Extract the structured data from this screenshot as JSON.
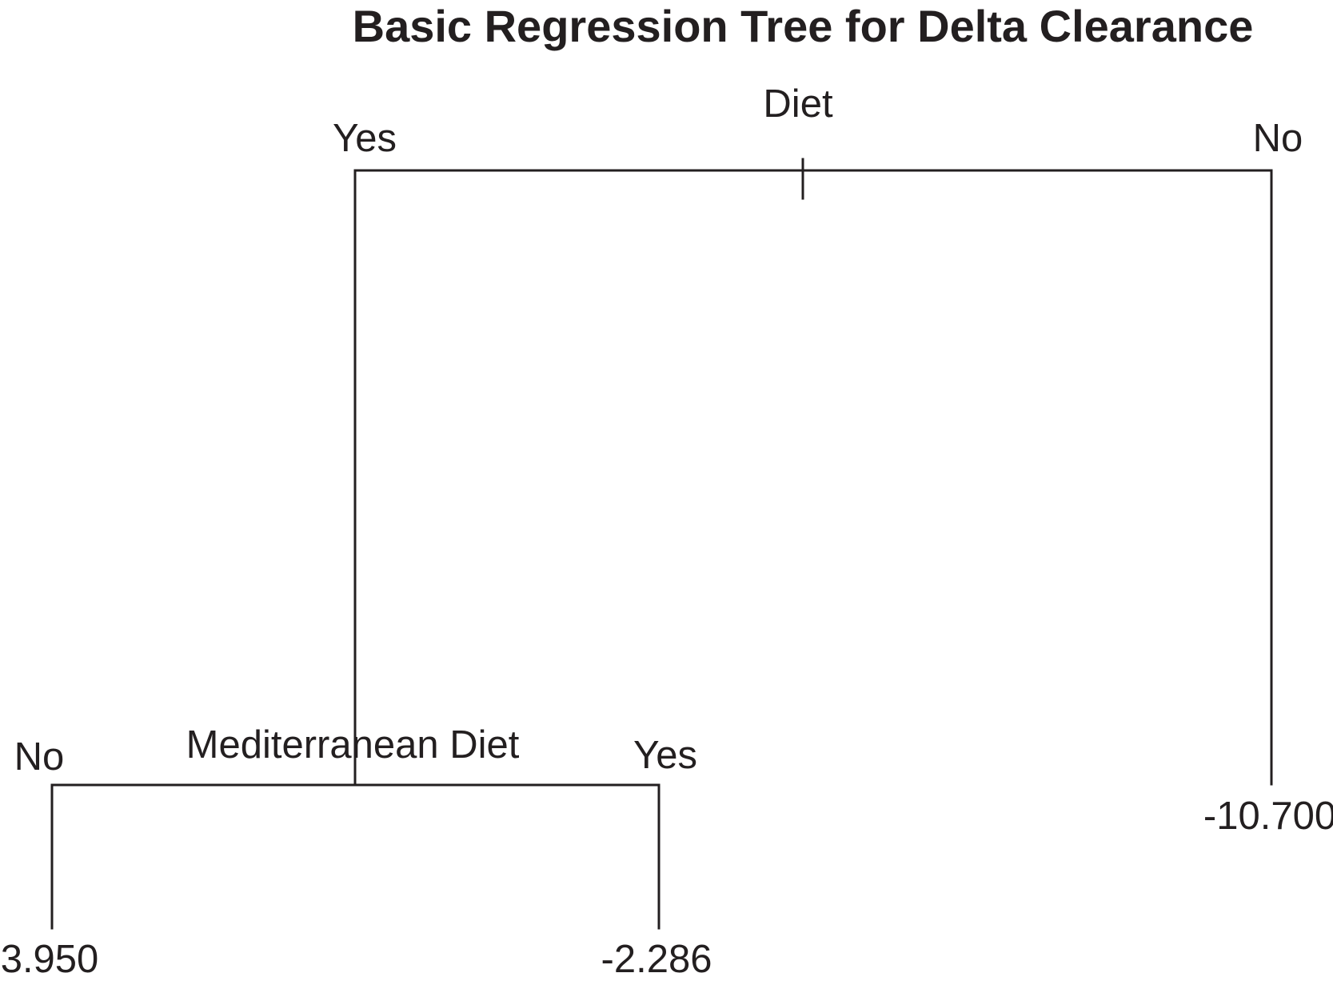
{
  "title": "Basic Regression Tree for Delta Clearance",
  "tree": {
    "root": {
      "split_label": "Diet",
      "left_branch_label": "Yes",
      "right_branch_label": "No"
    },
    "inner": {
      "split_label": "Mediterranean Diet",
      "left_branch_label": "No",
      "right_branch_label": "Yes"
    },
    "leaves": {
      "inner_left": "3.950",
      "inner_right": "-2.286",
      "root_right": "-10.700"
    }
  }
}
